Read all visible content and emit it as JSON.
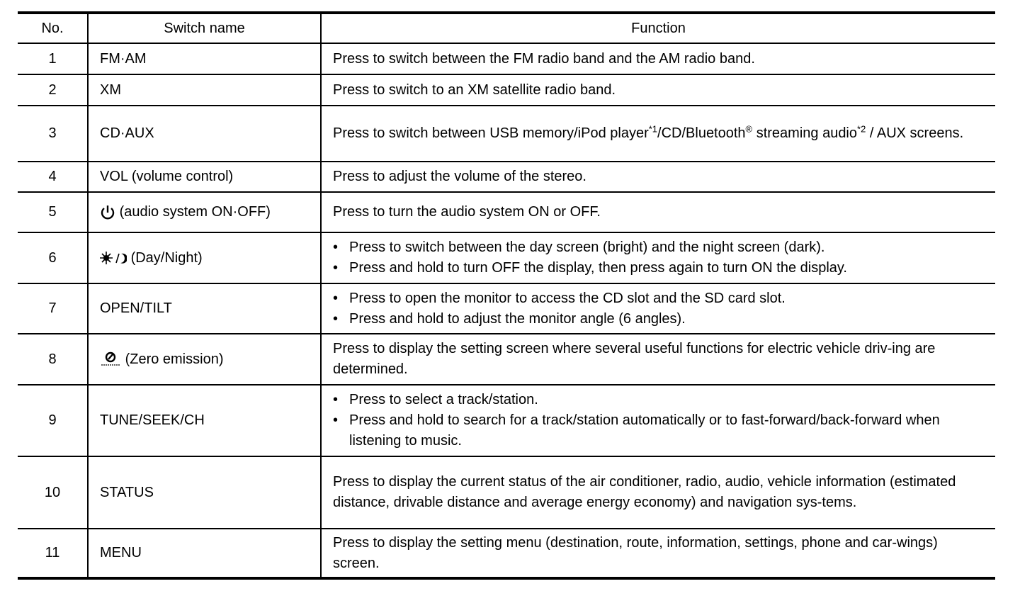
{
  "headers": {
    "no": "No.",
    "switch": "Switch name",
    "function": "Function"
  },
  "rows": [
    {
      "no": "1",
      "switch": "FM·AM",
      "function": "Press to switch between the FM radio band and the AM radio band."
    },
    {
      "no": "2",
      "switch": "XM",
      "function": "Press to switch to an XM satellite radio band."
    },
    {
      "no": "3",
      "switch": "CD·AUX",
      "function_parts": [
        "Press to switch between USB memory/iPod player",
        "*1",
        "/CD/Bluetooth",
        "®",
        " streaming audio",
        "*2",
        " / AUX screens."
      ]
    },
    {
      "no": "4",
      "switch": "VOL (volume control)",
      "function": "Press to adjust the volume of the stereo."
    },
    {
      "no": "5",
      "switch": "(audio system ON·OFF)",
      "icon": "power-icon",
      "function": "Press to turn the audio system ON or OFF."
    },
    {
      "no": "6",
      "switch": "(Day/Night)",
      "icon": "day-night-icon",
      "bullets": [
        "Press to switch between the day screen (bright) and the night screen (dark).",
        "Press and hold to turn OFF the display, then press again to turn ON the display."
      ]
    },
    {
      "no": "7",
      "switch": "OPEN/TILT",
      "bullets": [
        "Press to open the monitor to access the CD slot and the SD card slot.",
        "Press and hold to adjust the monitor angle (6 angles)."
      ]
    },
    {
      "no": "8",
      "switch": "(Zero emission)",
      "icon": "zero-emission-icon",
      "function": "Press to display the setting screen where several useful functions for electric vehicle driv-ing are determined."
    },
    {
      "no": "9",
      "switch": "TUNE/SEEK/CH",
      "bullets": [
        "Press to select a track/station.",
        "Press and hold to search for a track/station automatically or to fast-forward/back-forward when listening to music."
      ]
    },
    {
      "no": "10",
      "switch": "STATUS",
      "function": "Press to display the current status of the air conditioner, radio, audio, vehicle information (estimated distance, drivable distance and average energy economy) and navigation sys-tems."
    },
    {
      "no": "11",
      "switch": "MENU",
      "function": "Press to display the setting menu (destination, route, information, settings, phone and car-wings) screen."
    }
  ]
}
